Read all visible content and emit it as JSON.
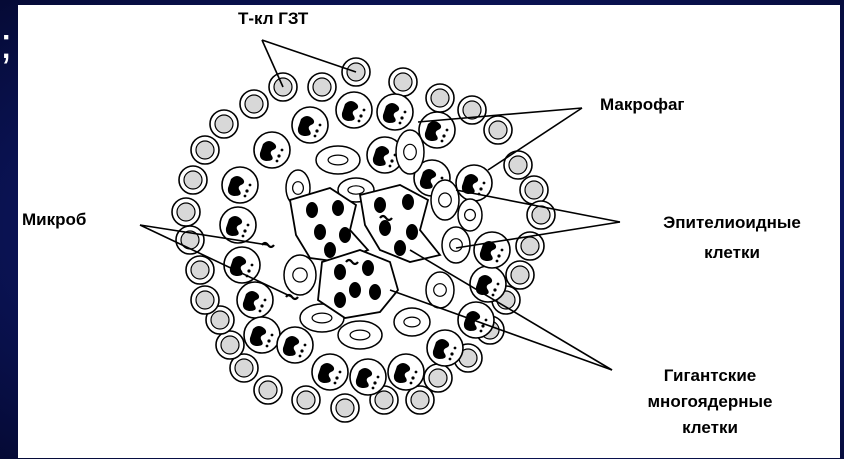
{
  "slide": {
    "edge_text": ";",
    "background_color": "#0c1660"
  },
  "diagram": {
    "labels": {
      "t_cell": "Т-кл ГЗТ",
      "macrophage": "Макрофаг",
      "microbe": "Микроб",
      "epithelioid_line1": "Эпителиоидные",
      "epithelioid_line2": "клетки",
      "giant_line1": "Гигантские",
      "giant_line2": "многоядерные",
      "giant_line3": "клетки"
    },
    "legend_components": [
      "t-cell",
      "macrophage",
      "microbe",
      "epithelioid-cell",
      "giant-multinucleated-cell"
    ]
  }
}
